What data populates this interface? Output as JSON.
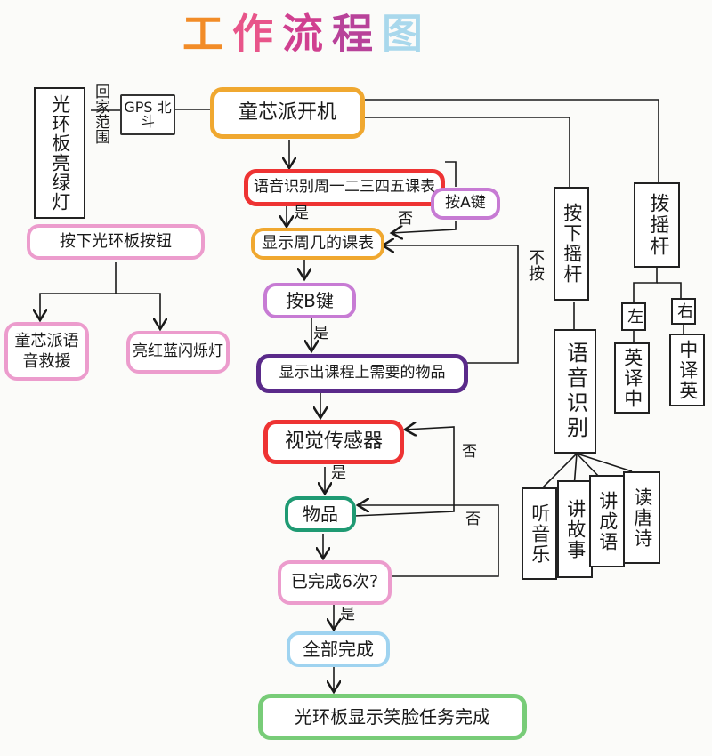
{
  "title": {
    "chars": [
      {
        "text": "工",
        "color": "#f28c28"
      },
      {
        "text": "作",
        "color": "#e8558a"
      },
      {
        "text": "流",
        "color": "#d04090"
      },
      {
        "text": "程",
        "color": "#b8429a"
      },
      {
        "text": "图",
        "color": "#a9d8ec"
      }
    ]
  },
  "nodes": {
    "power_on": "童芯派开机",
    "gps": "GPS 北斗",
    "home_range": "回家范围",
    "ring_green": "光环板亮绿灯",
    "press_ring_button": "按下光环板按钮",
    "voice_rescue": "童芯派语音救援",
    "lights_blink": "亮红蓝闪烁灯",
    "voice_schedule": "语音识别周一二三四五课表",
    "press_a": "按A键",
    "show_schedule": "显示周几的课表",
    "press_b": "按B键",
    "show_items": "显示出课程上需要的物品",
    "vision_sensor": "视觉传感器",
    "items": "物品",
    "done_six": "已完成6次?",
    "all_done": "全部完成",
    "final": "光环板显示笑脸任务完成",
    "press_joystick": "按下摇杆",
    "push_joystick": "拨摇杆",
    "left": "左",
    "right": "右",
    "en_to_zh": "英译中",
    "zh_to_en": "中译英",
    "voice_recognition": "语音识别",
    "music": "听音乐",
    "story": "讲故事",
    "idiom": "讲成语",
    "poem": "读唐诗"
  },
  "labels": {
    "yes1": "是",
    "no1": "否",
    "yes2": "是",
    "no_press": "不按",
    "yes3": "是",
    "no3": "否",
    "no4": "否",
    "yes4": "是"
  }
}
